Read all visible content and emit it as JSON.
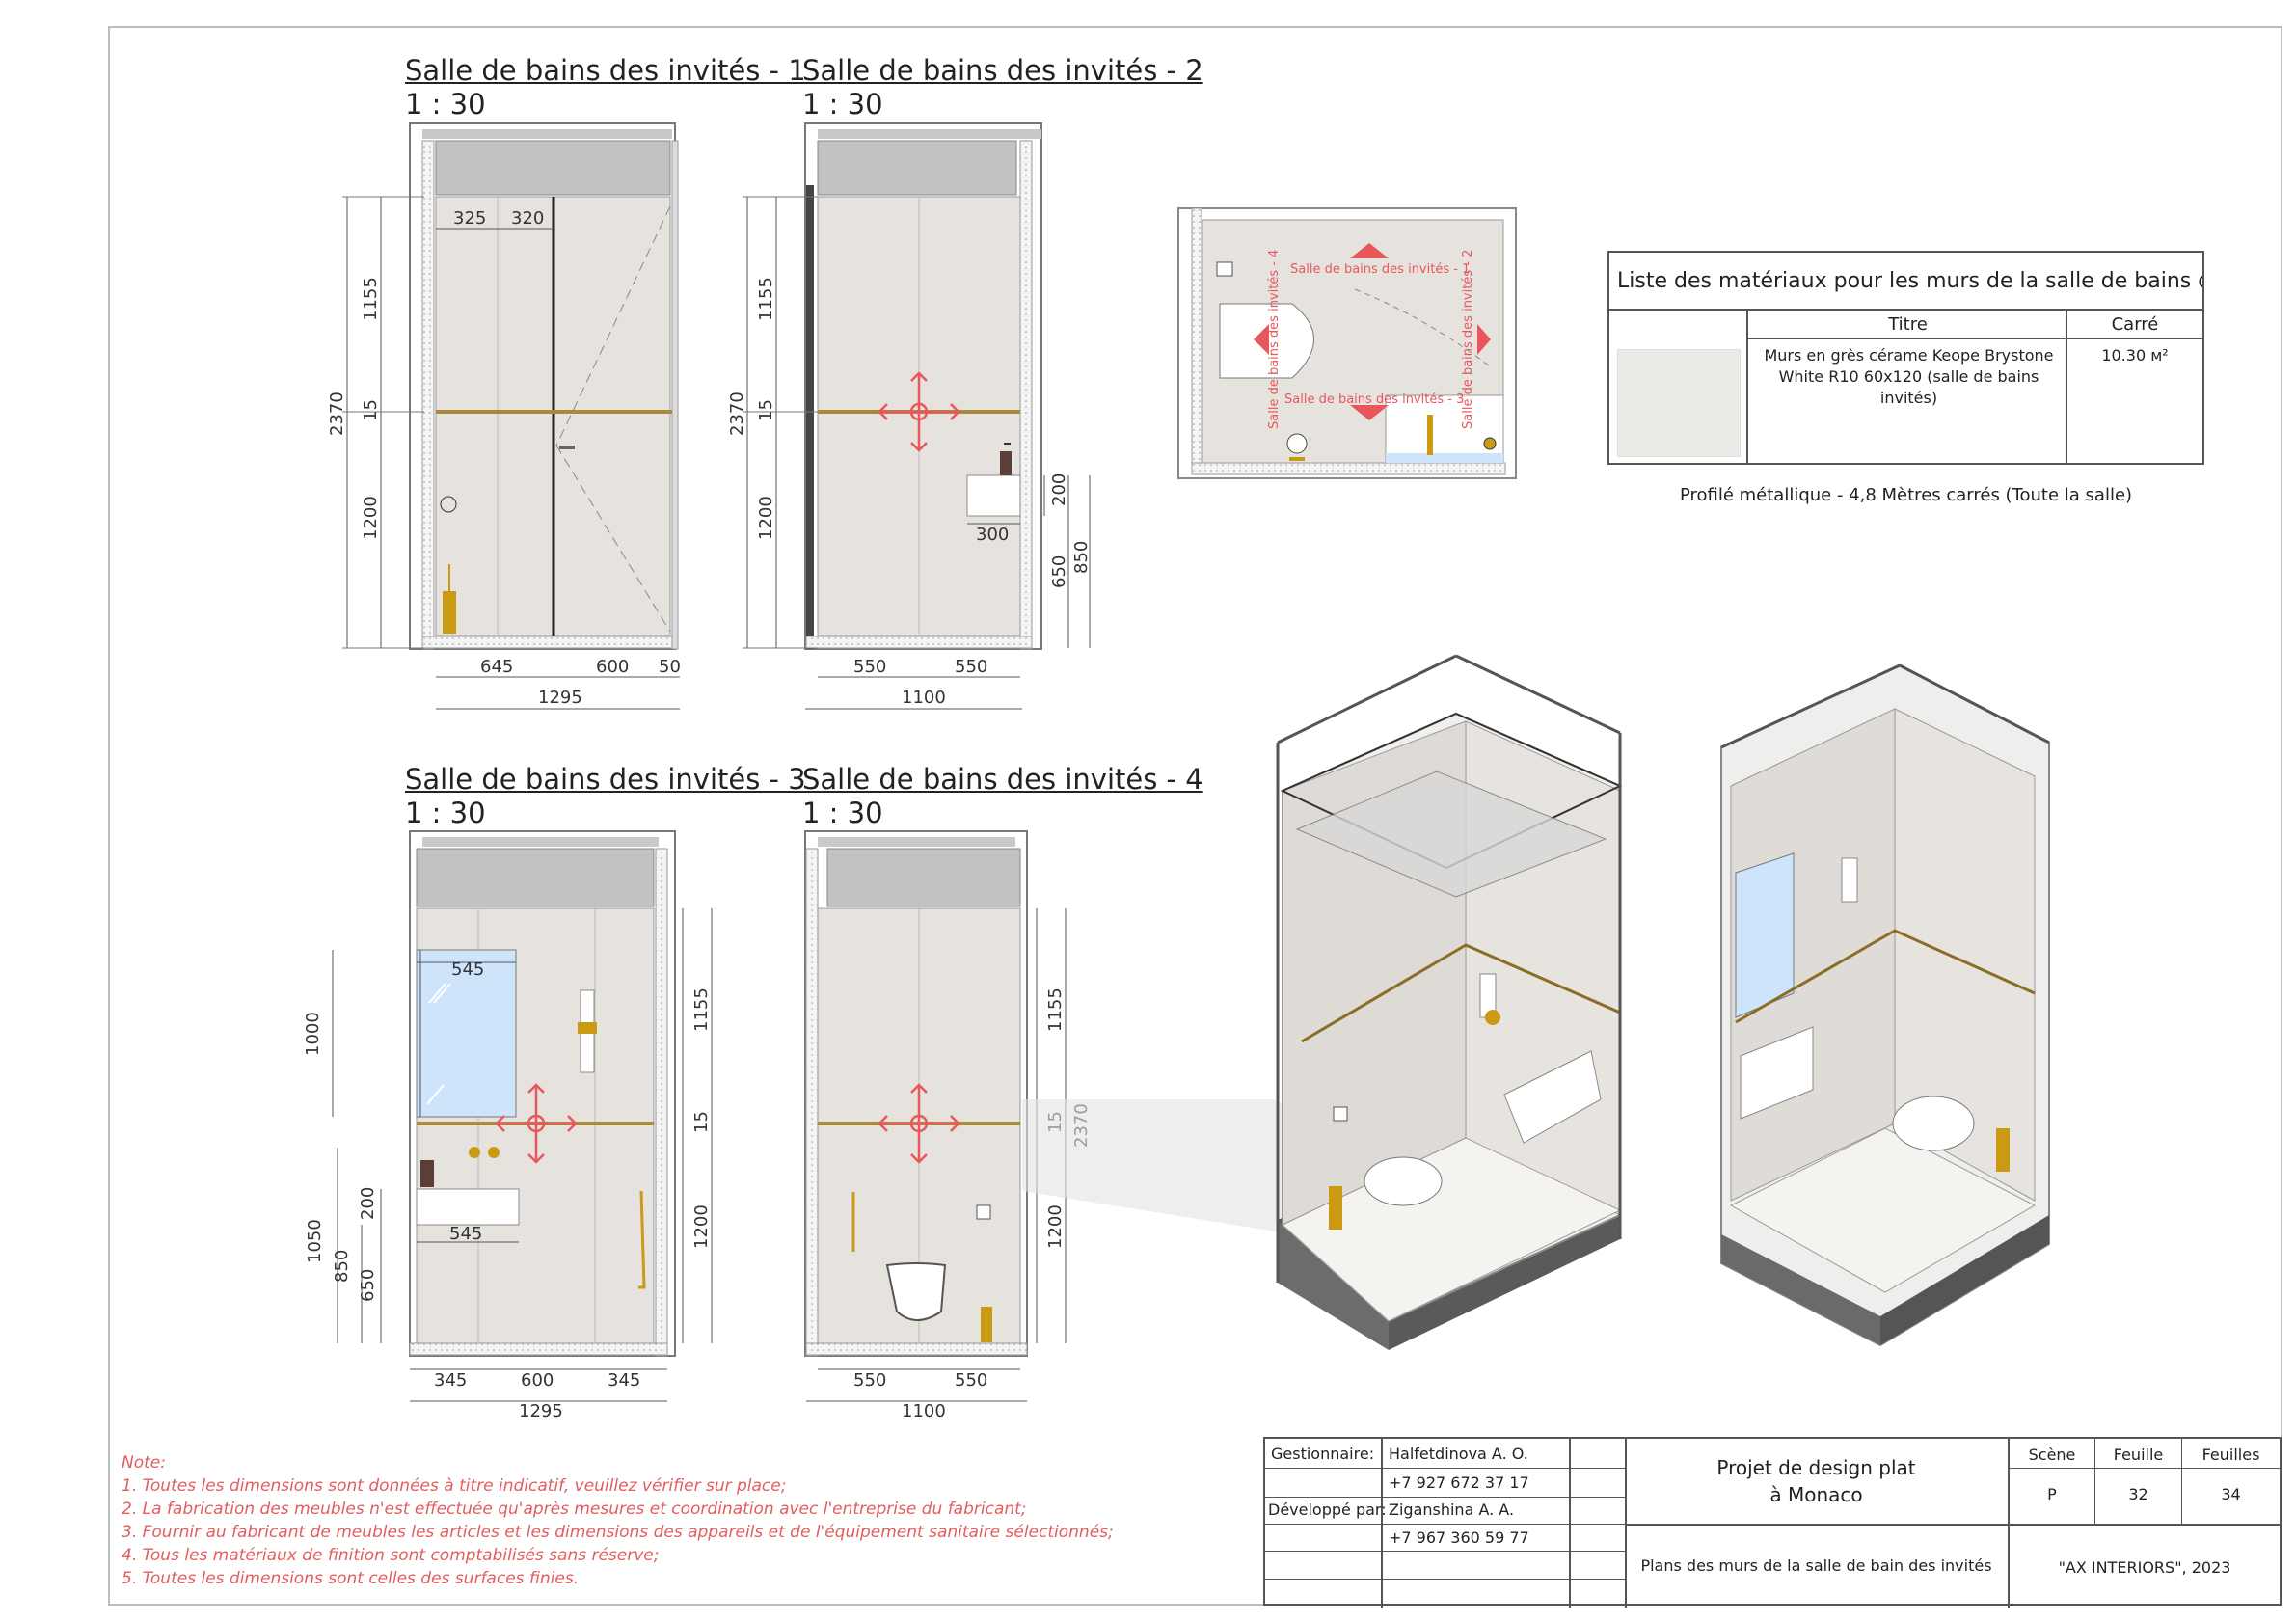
{
  "views": [
    {
      "title": "Salle de bains des invités - 1",
      "scale": "1 : 30"
    },
    {
      "title": "Salle de bains des invités - 2",
      "scale": "1 : 30"
    },
    {
      "title": "Salle de bains des invités - 3",
      "scale": "1 : 30"
    },
    {
      "title": "Salle de bains des invités - 4",
      "scale": "1 : 30"
    }
  ],
  "dims_view1": {
    "top_a": "325",
    "top_b": "320",
    "v_upper": "1155",
    "v_mid": "15",
    "v_total": "2370",
    "v_lower": "1200",
    "b_a": "645",
    "b_b": "600",
    "b_c": "50",
    "b_total": "1295"
  },
  "dims_view2": {
    "v_upper": "1155",
    "v_mid": "15",
    "v_total": "2370",
    "v_lower": "1200",
    "sink_w": "300",
    "sink_h": "200",
    "h_650": "650",
    "h_850": "850",
    "b_a": "550",
    "b_b": "550",
    "b_total": "1100"
  },
  "dims_view3": {
    "mirror_w": "545",
    "mirror_h": "1000",
    "v_upper": "1155",
    "v_mid": "15",
    "v_lower": "1200",
    "sink_w": "545",
    "sink_h": "200",
    "h_1050": "1050",
    "h_850": "850",
    "h_650": "650",
    "b_a": "345",
    "b_b": "600",
    "b_c": "345",
    "b_total": "1295"
  },
  "dims_view4": {
    "v_upper": "1155",
    "v_mid": "15",
    "v_total": "2370",
    "v_lower": "1200",
    "b_a": "550",
    "b_b": "550",
    "b_total": "1100"
  },
  "plan_labels": {
    "l1": "Salle de bains des invités - 1",
    "l2": "Salle de bains des invités - 2",
    "l3": "Salle de bains des invités - 3",
    "l4": "Salle de bains des invités - 4"
  },
  "materials": {
    "title": "Liste des matériaux pour les murs de la salle de bains des...",
    "col_title": "Titre",
    "col_area": "Carré",
    "row_title_1": "Murs en grès cérame Keope Brystone",
    "row_title_2": "White R10 60x120 (salle de bains",
    "row_title_3": "invités)",
    "row_area": "10.30 м²"
  },
  "profile_note": "Profilé métallique - 4,8 Mètres carrés (Toute la salle)",
  "notes": [
    "Note:",
    "1. Toutes les dimensions sont données à titre indicatif, veuillez vérifier sur place;",
    "2. La fabrication des meubles n'est effectuée qu'après mesures et coordination avec l'entreprise du fabricant;",
    "3. Fournir au fabricant de meubles les articles et les dimensions des appareils et de l'équipement sanitaire sélectionnés;",
    "4. Tous les matériaux de finition sont comptabilisés sans réserve;",
    "5. Toutes les dimensions sont celles des surfaces finies."
  ],
  "title_block": {
    "manager_label": "Gestionnaire:",
    "manager_name": "Halfetdinova A. O.",
    "manager_phone": "+7 927 672 37 17",
    "developer_label": "Développé par:",
    "developer_name": "Ziganshina A. A.",
    "developer_phone": "+7 967 360 59 77",
    "project_line1": "Projet de design plat",
    "project_line2": "à Monaco",
    "scene_label": "Scène",
    "scene_value": "P",
    "sheet_label": "Feuille",
    "sheet_value": "32",
    "sheets_label": "Feuilles",
    "sheets_value": "34",
    "drawing_title": "Plans des murs de la salle de bain des invités",
    "company": "\"AX INTERIORS\", 2023"
  },
  "colors": {
    "accent_red": "#e8575b",
    "gold": "#b8860b",
    "wall": "#e6e3de",
    "mirror": "#cde4fb"
  }
}
